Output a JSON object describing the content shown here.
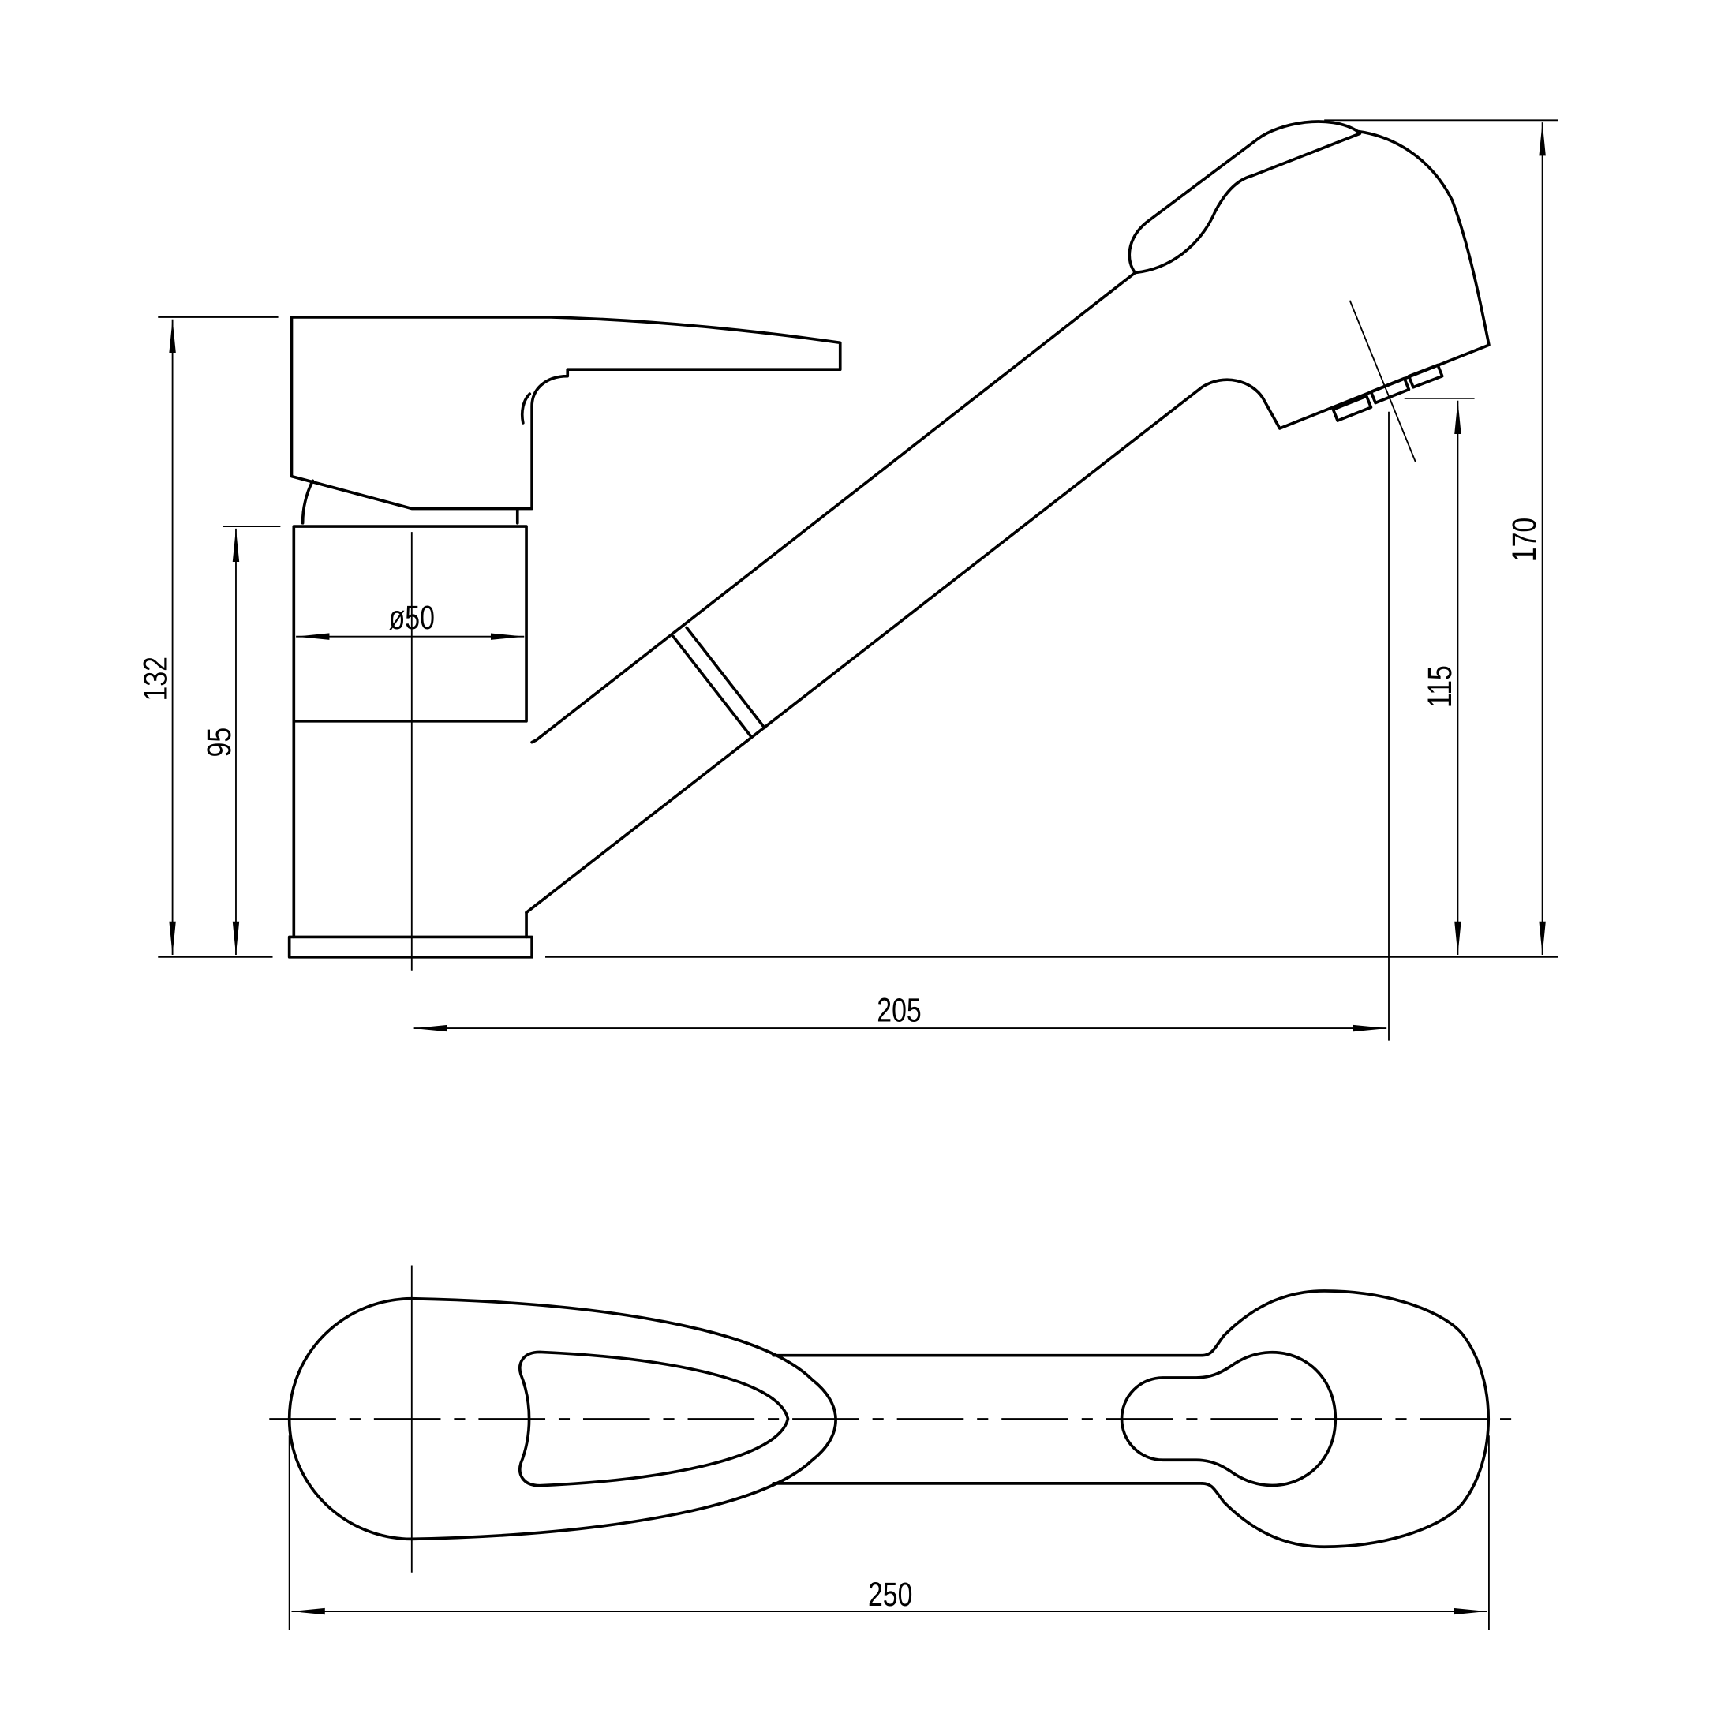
{
  "drawing": {
    "side_view": {
      "dimensions": {
        "total_height_handle": "132",
        "body_height": "95",
        "body_diameter": "ø50",
        "spout_reach": "205",
        "total_height": "170",
        "spout_outlet_height": "115"
      }
    },
    "top_view": {
      "dimensions": {
        "total_length": "250"
      }
    },
    "line_color": "#000000",
    "background_color": "#ffffff"
  }
}
